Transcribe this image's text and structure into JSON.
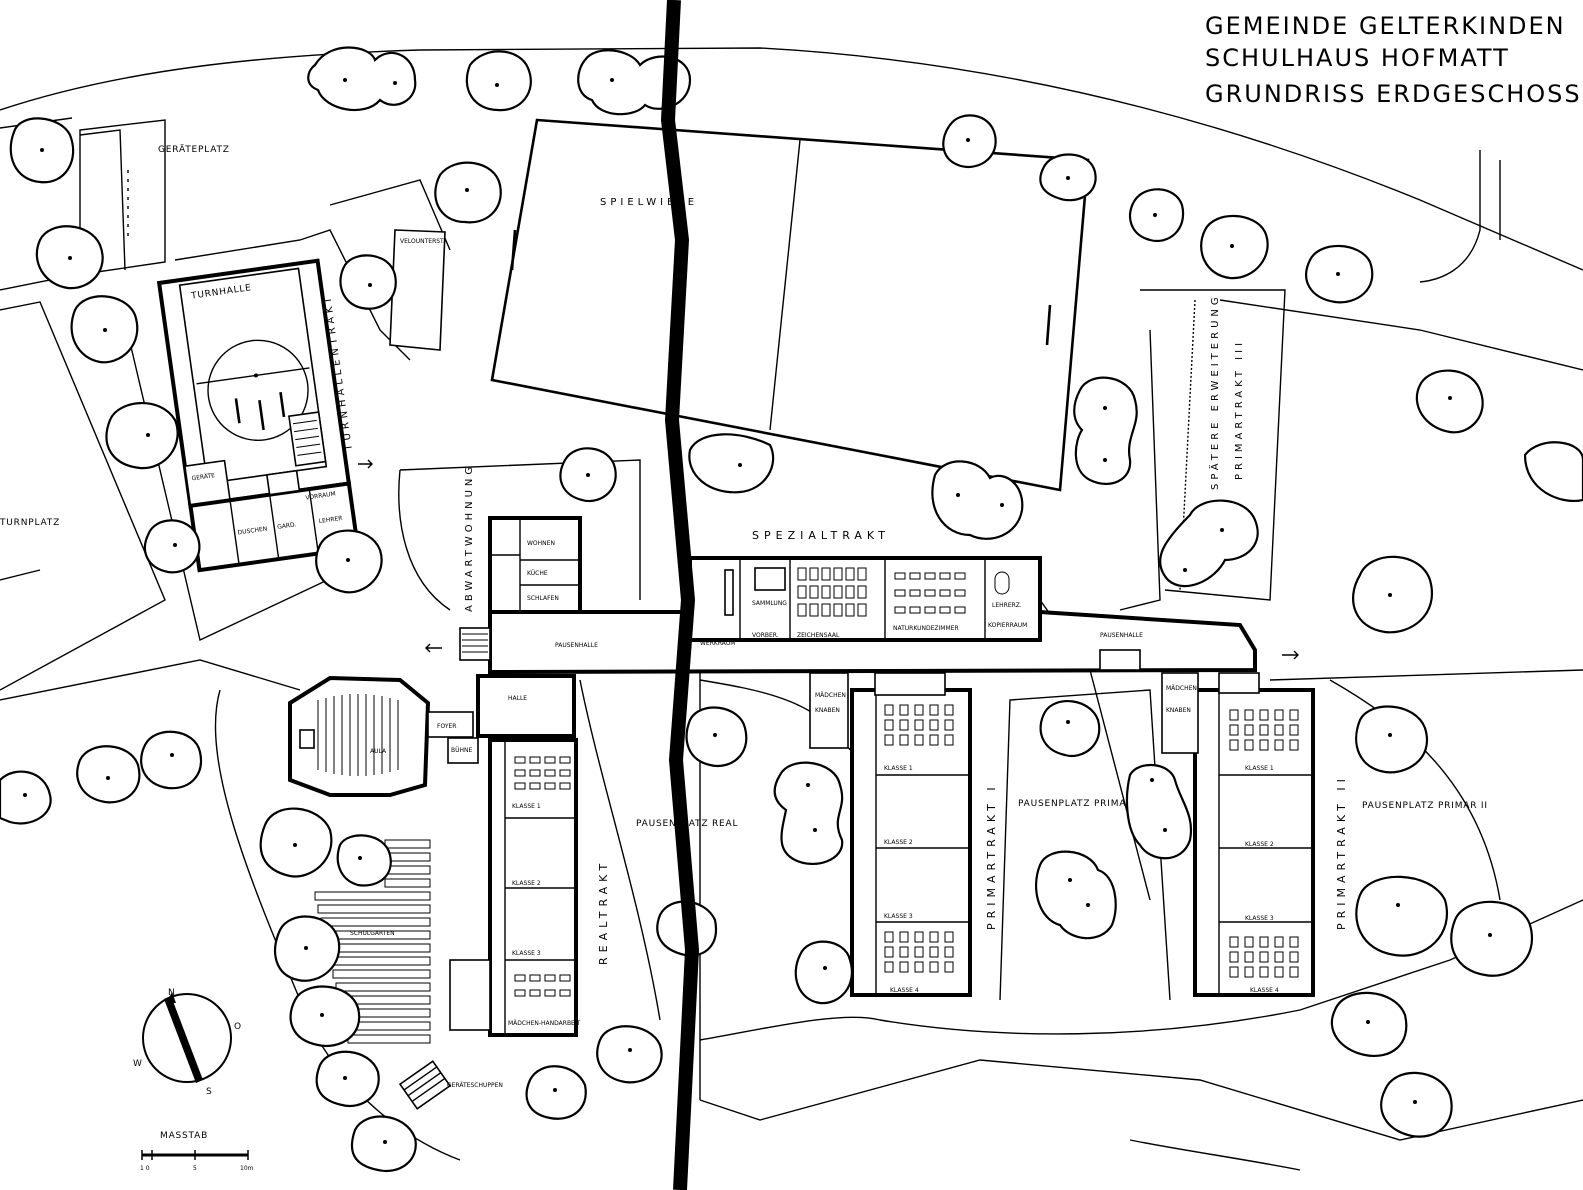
{
  "title": {
    "line1": "GEMEINDE GELTERKINDEN",
    "line2": "SCHULHAUS HOFMATT",
    "line3": "GRUNDRISS ERDGESCHOSS"
  },
  "labels": {
    "geraeteplatz": "GERÄTEPLATZ",
    "spielwiese": "SPIELWIESE",
    "turnhalle": "TURNHALLE",
    "turnhallentrakt": "TURNHALLENTRAKT",
    "turnplatz": "TURNPLATZ",
    "geraete": "GERÄTE",
    "vorraum": "VORRAUM",
    "lehrer_turn": "LEHRER",
    "garderobe": "GARD.",
    "duschen": "DUSCHEN",
    "velounterstand": "VELOUNTERST.",
    "abwartwohnung": "ABWARTWOHNUNG",
    "wohnen": "WOHNEN",
    "kueche": "KÜCHE",
    "schlafen": "SCHLAFEN",
    "spezialtrakt": "SPEZIALTRAKT",
    "pausenhalle_west": "PAUSENHALLE",
    "pausenhalle_ost": "PAUSENHALLE",
    "sammlung": "SAMMLUNG",
    "vorbereitung": "VORBER.",
    "zeichensaal": "ZEICHENSAAL",
    "naturkundezimmer": "NATURKUNDEZIMMER",
    "lehrerzimmer": "LEHRERZ.",
    "kopierraum": "KOPIERRAUM",
    "werkraum": "WERKRAUM",
    "halle": "HALLE",
    "aula": "AULA",
    "foyer": "FOYER",
    "buehne": "BÜHNE",
    "realtrakt": "REALTRAKT",
    "pausenplatz_real": "PAUSENPLATZ REAL",
    "schulgarten": "SCHULGARTEN",
    "geraeteschuppen": "GERÄTESCHUPPEN",
    "maedchen_handarbeit": "MÄDCHEN-HANDARBEIT",
    "real_klasse1": "KLASSE 1",
    "real_klasse2": "KLASSE 2",
    "real_klasse3": "KLASSE 3",
    "primartrakt1": "PRIMARTRAKT I",
    "primartrakt2": "PRIMARTRAKT II",
    "pausenplatz_primar1": "PAUSENPLATZ PRIMAR I",
    "pausenplatz_primar2": "PAUSENPLATZ PRIMAR II",
    "p1_klasse1": "KLASSE 1",
    "p1_klasse2": "KLASSE 2",
    "p1_klasse3": "KLASSE 3",
    "p1_klasse4": "KLASSE 4",
    "p2_klasse1": "KLASSE 1",
    "p2_klasse2": "KLASSE 2",
    "p2_klasse3": "KLASSE 3",
    "p2_klasse4": "KLASSE 4",
    "maedchen": "MÄDCHEN",
    "knaben": "KNABEN",
    "maedchen2": "MÄDCHEN",
    "knaben2": "KNABEN",
    "spaetere_erweiterung": "SPÄTERE ERWEITERUNG",
    "primartrakt3": "PRIMARTRAKT III"
  },
  "compass": {
    "n": "N",
    "s": "S",
    "w": "W",
    "o": "O"
  },
  "scale": {
    "label": "MASSTAB",
    "tick0": "1 0",
    "tick5": "5",
    "tick10": "10m"
  },
  "icons": [
    "tree-icon",
    "compass-rose-icon",
    "entrance-arrow-icon"
  ]
}
